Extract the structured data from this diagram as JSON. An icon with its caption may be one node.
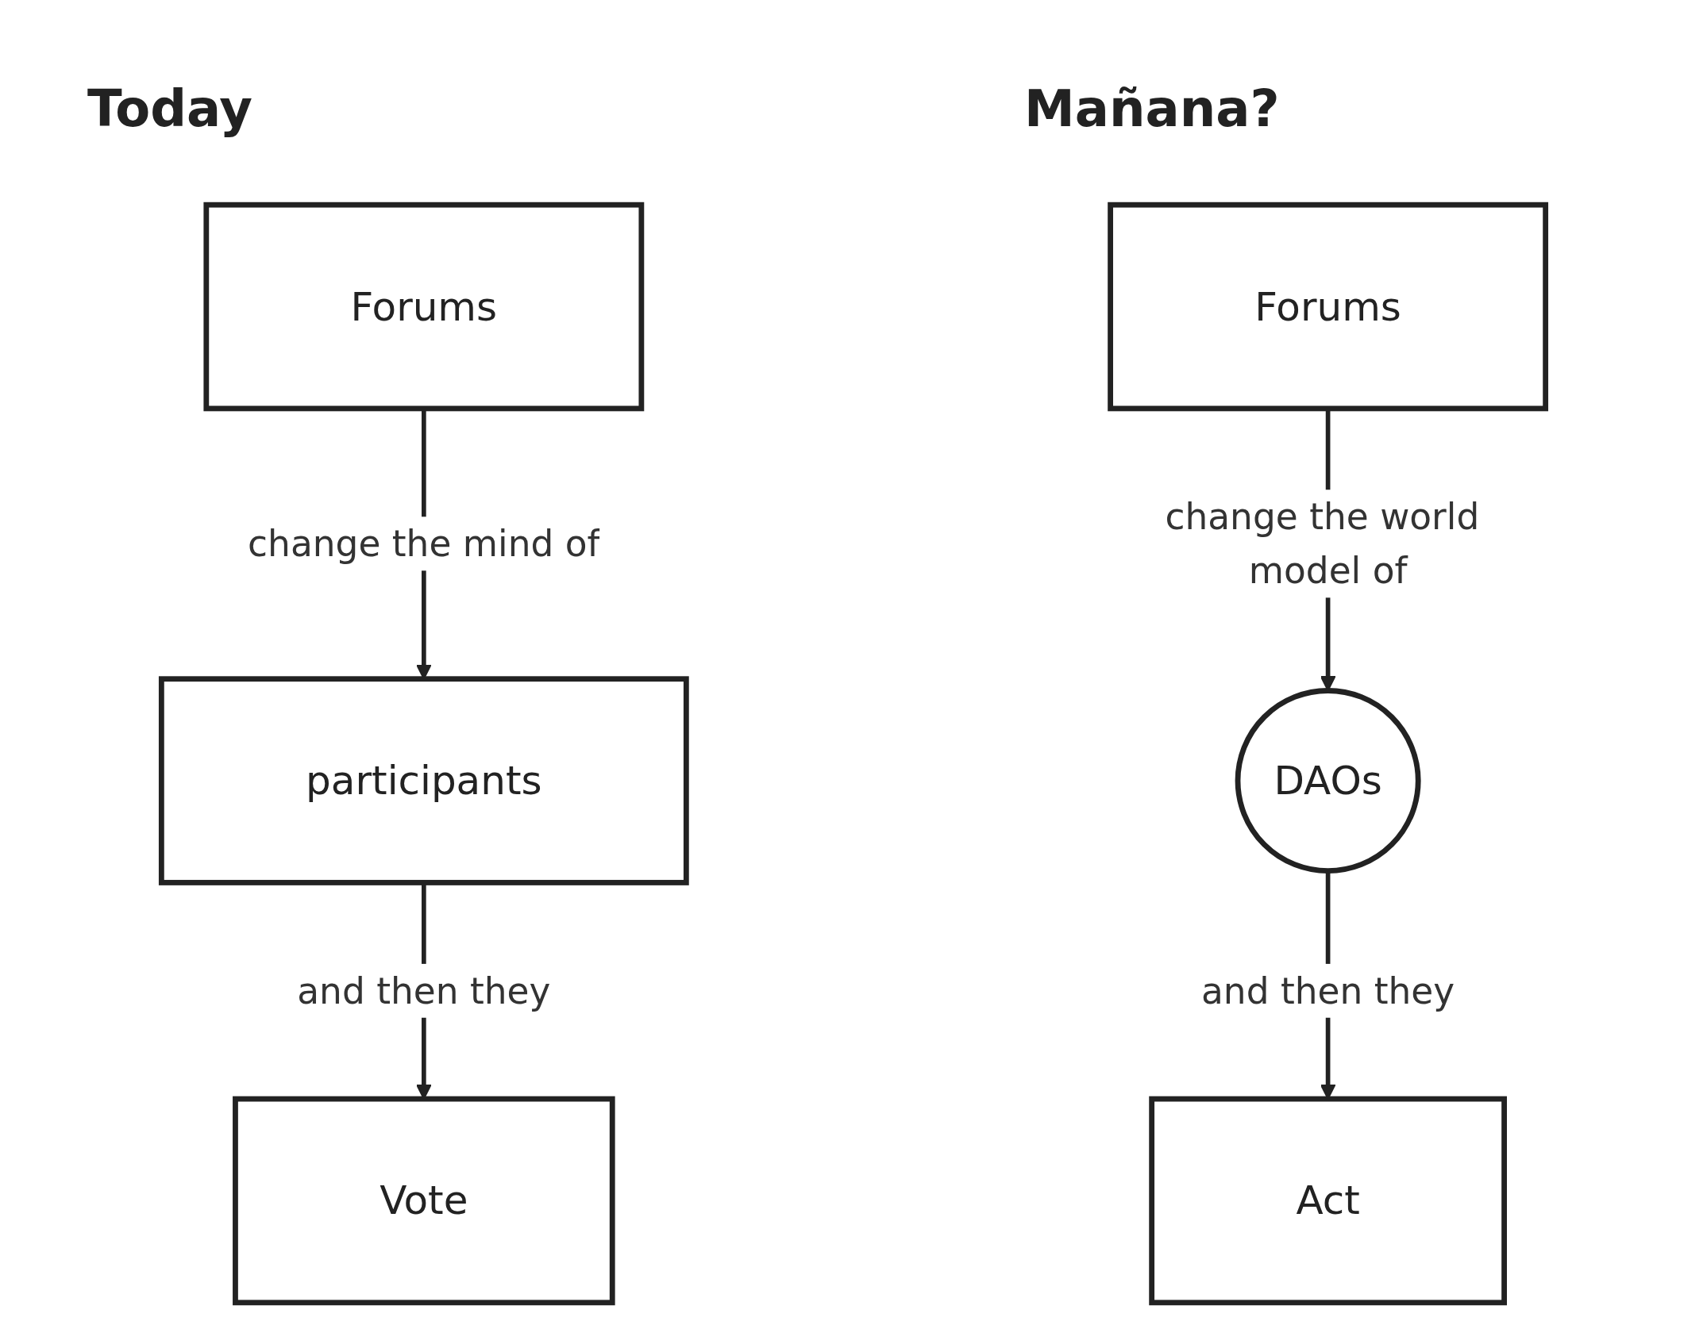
{
  "diagram": {
    "nodes": [
      {
        "text": [
          "Forums"
        ]
      },
      {
        "text": [
          "participants"
        ]
      },
      {
        "text": [
          "Vote"
        ]
      },
      {
        "text": [
          "Forums"
        ]
      },
      {
        "text": [
          "DAOs"
        ]
      },
      {
        "text": [
          "Act"
        ]
      }
    ],
    "edges": [
      {
        "from": 0,
        "to": 1,
        "label": "change the mind of",
        "arrow": "to"
      },
      {
        "from": 1,
        "to": 2,
        "label": "and then they",
        "arrow": "to"
      },
      {
        "from": 3,
        "to": 4,
        "label": "change the world model of",
        "arrow": "to"
      },
      {
        "from": 4,
        "to": 5,
        "label": "and then they",
        "arrow": "to"
      }
    ],
    "labels": [
      "Today",
      "Mañana?"
    ]
  }
}
